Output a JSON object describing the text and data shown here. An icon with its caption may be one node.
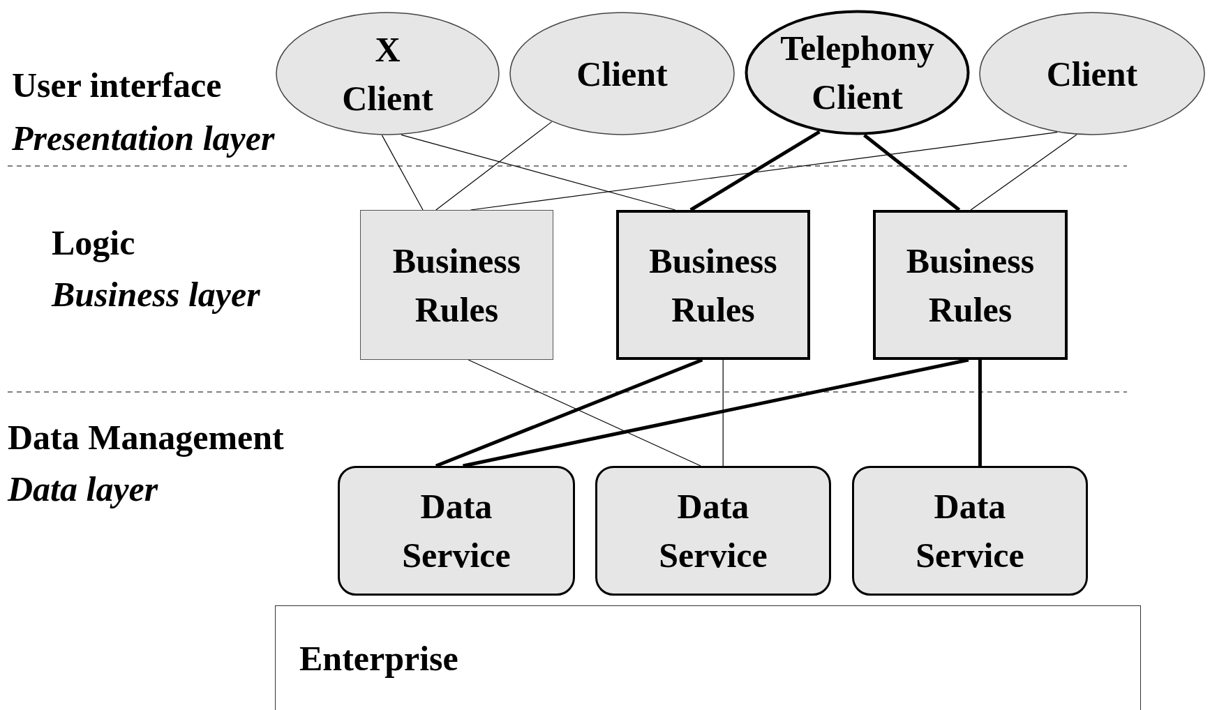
{
  "diagram": {
    "nodes": [
      {
        "text": [
          "X Client"
        ]
      },
      {
        "text": [
          "Client"
        ]
      },
      {
        "text": [
          "Telephony Client"
        ]
      },
      {
        "text": [
          "Client"
        ]
      },
      {
        "text": [
          "Business Rules"
        ]
      },
      {
        "text": [
          "Business Rules"
        ]
      },
      {
        "text": [
          "Business Rules"
        ]
      },
      {
        "text": [
          "Data Service"
        ]
      },
      {
        "text": [
          "Data Service"
        ]
      },
      {
        "text": [
          "Data Service"
        ]
      },
      {
        "text": [
          "Enterprise"
        ]
      }
    ],
    "edges": [
      {
        "from": 0,
        "to": 4,
        "arrow": "none"
      },
      {
        "from": 0,
        "to": 5,
        "arrow": "none"
      },
      {
        "from": 1,
        "to": 4,
        "arrow": "none"
      },
      {
        "from": 2,
        "to": 5,
        "arrow": "none",
        "style": "thick"
      },
      {
        "from": 2,
        "to": 6,
        "arrow": "none",
        "style": "thick"
      },
      {
        "from": 3,
        "to": 4,
        "arrow": "none"
      },
      {
        "from": 3,
        "to": 6,
        "arrow": "none"
      },
      {
        "from": 4,
        "to": 8,
        "arrow": "none"
      },
      {
        "from": 5,
        "to": 7,
        "arrow": "none",
        "style": "thick"
      },
      {
        "from": 5,
        "to": 8,
        "arrow": "none"
      },
      {
        "from": 6,
        "to": 7,
        "arrow": "none",
        "style": "thick"
      },
      {
        "from": 6,
        "to": 9,
        "arrow": "none",
        "style": "thick"
      }
    ],
    "labels": [
      "User interface",
      "Presentation layer",
      "Logic",
      "Business layer",
      "Data Management",
      "Data layer"
    ]
  }
}
